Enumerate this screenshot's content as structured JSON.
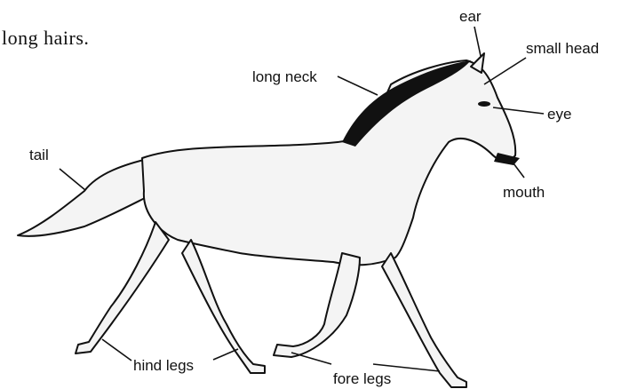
{
  "top_text": "long  hairs.",
  "labels": {
    "ear": "ear",
    "small_head": "small head",
    "long_neck": "long neck",
    "eye": "eye",
    "tail": "tail",
    "mouth": "mouth",
    "hind_legs": "hind legs",
    "fore_legs": "fore legs"
  }
}
